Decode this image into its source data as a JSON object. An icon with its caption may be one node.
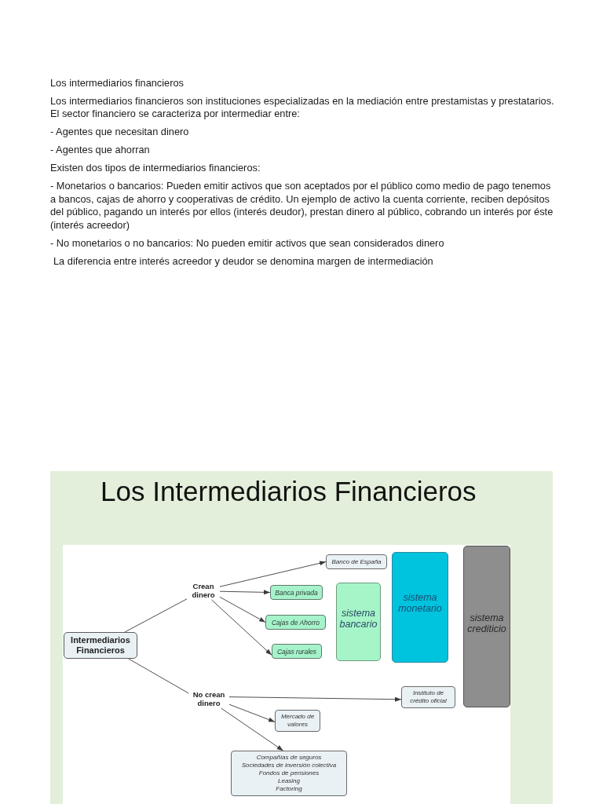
{
  "diagram": {
    "title": "Los intermediarios financieros",
    "nodes": [
      {
        "text": [
          "Intermediarios Financieros"
        ]
      },
      {
        "text": [
          "Crean dinero"
        ]
      },
      {
        "text": [
          "Banco de España"
        ]
      },
      {
        "text": [
          "Banca privada"
        ]
      },
      {
        "text": [
          "Cajas de Ahorro"
        ]
      },
      {
        "text": [
          "Cajas rurales"
        ]
      },
      {
        "text": [
          "sistema bancario"
        ]
      },
      {
        "text": [
          "sistema monetario"
        ]
      },
      {
        "text": [
          "sistema crediticio"
        ]
      },
      {
        "text": [
          "No crean dinero"
        ]
      },
      {
        "text": [
          "Instituto de crédito oficial"
        ]
      },
      {
        "text": [
          "Mercado de valores"
        ]
      },
      {
        "text": [
          "Compañías de seguros",
          "Sociedades de inversión colectiva",
          "Fondos de pensiones",
          "Leasing",
          "Factoring"
        ]
      }
    ],
    "edges": [
      {
        "from": 0,
        "to": 1,
        "arrow": "none"
      },
      {
        "from": 0,
        "to": 9,
        "arrow": "none"
      },
      {
        "from": 1,
        "to": 2,
        "arrow": "to"
      },
      {
        "from": 1,
        "to": 3,
        "arrow": "to"
      },
      {
        "from": 1,
        "to": 4,
        "arrow": "to"
      },
      {
        "from": 1,
        "to": 5,
        "arrow": "to"
      },
      {
        "from": 9,
        "to": 10,
        "arrow": "to"
      },
      {
        "from": 9,
        "to": 11,
        "arrow": "to"
      },
      {
        "from": 9,
        "to": 12,
        "arrow": "to"
      }
    ],
    "labels": [
      "Los intermediarios financieros son instituciones especializadas en la mediación entre prestamistas y prestatarios. El sector financiero se caracteriza por intermediar entre:",
      "- Agentes que necesitan dinero",
      "- Agentes que ahorran",
      "Existen dos tipos de intermediarios financieros:",
      "- Monetarios o bancarios: Pueden emitir activos que son aceptados por el público como medio de pago tenemos a bancos, cajas de ahorro y cooperativas de crédito. Un ejemplo de activo la cuenta corriente, reciben depósitos del público, pagando un interés por ellos (interés deudor), prestan dinero al público, cobrando un interés por éste (interés acreedor)",
      "- No monetarios o no bancarios: No pueden emitir activos que sean considerados dinero",
      "La diferencia entre interés acreedor y deudor se denomina margen de intermediación",
      "Los Intermediarios Financieros"
    ]
  }
}
